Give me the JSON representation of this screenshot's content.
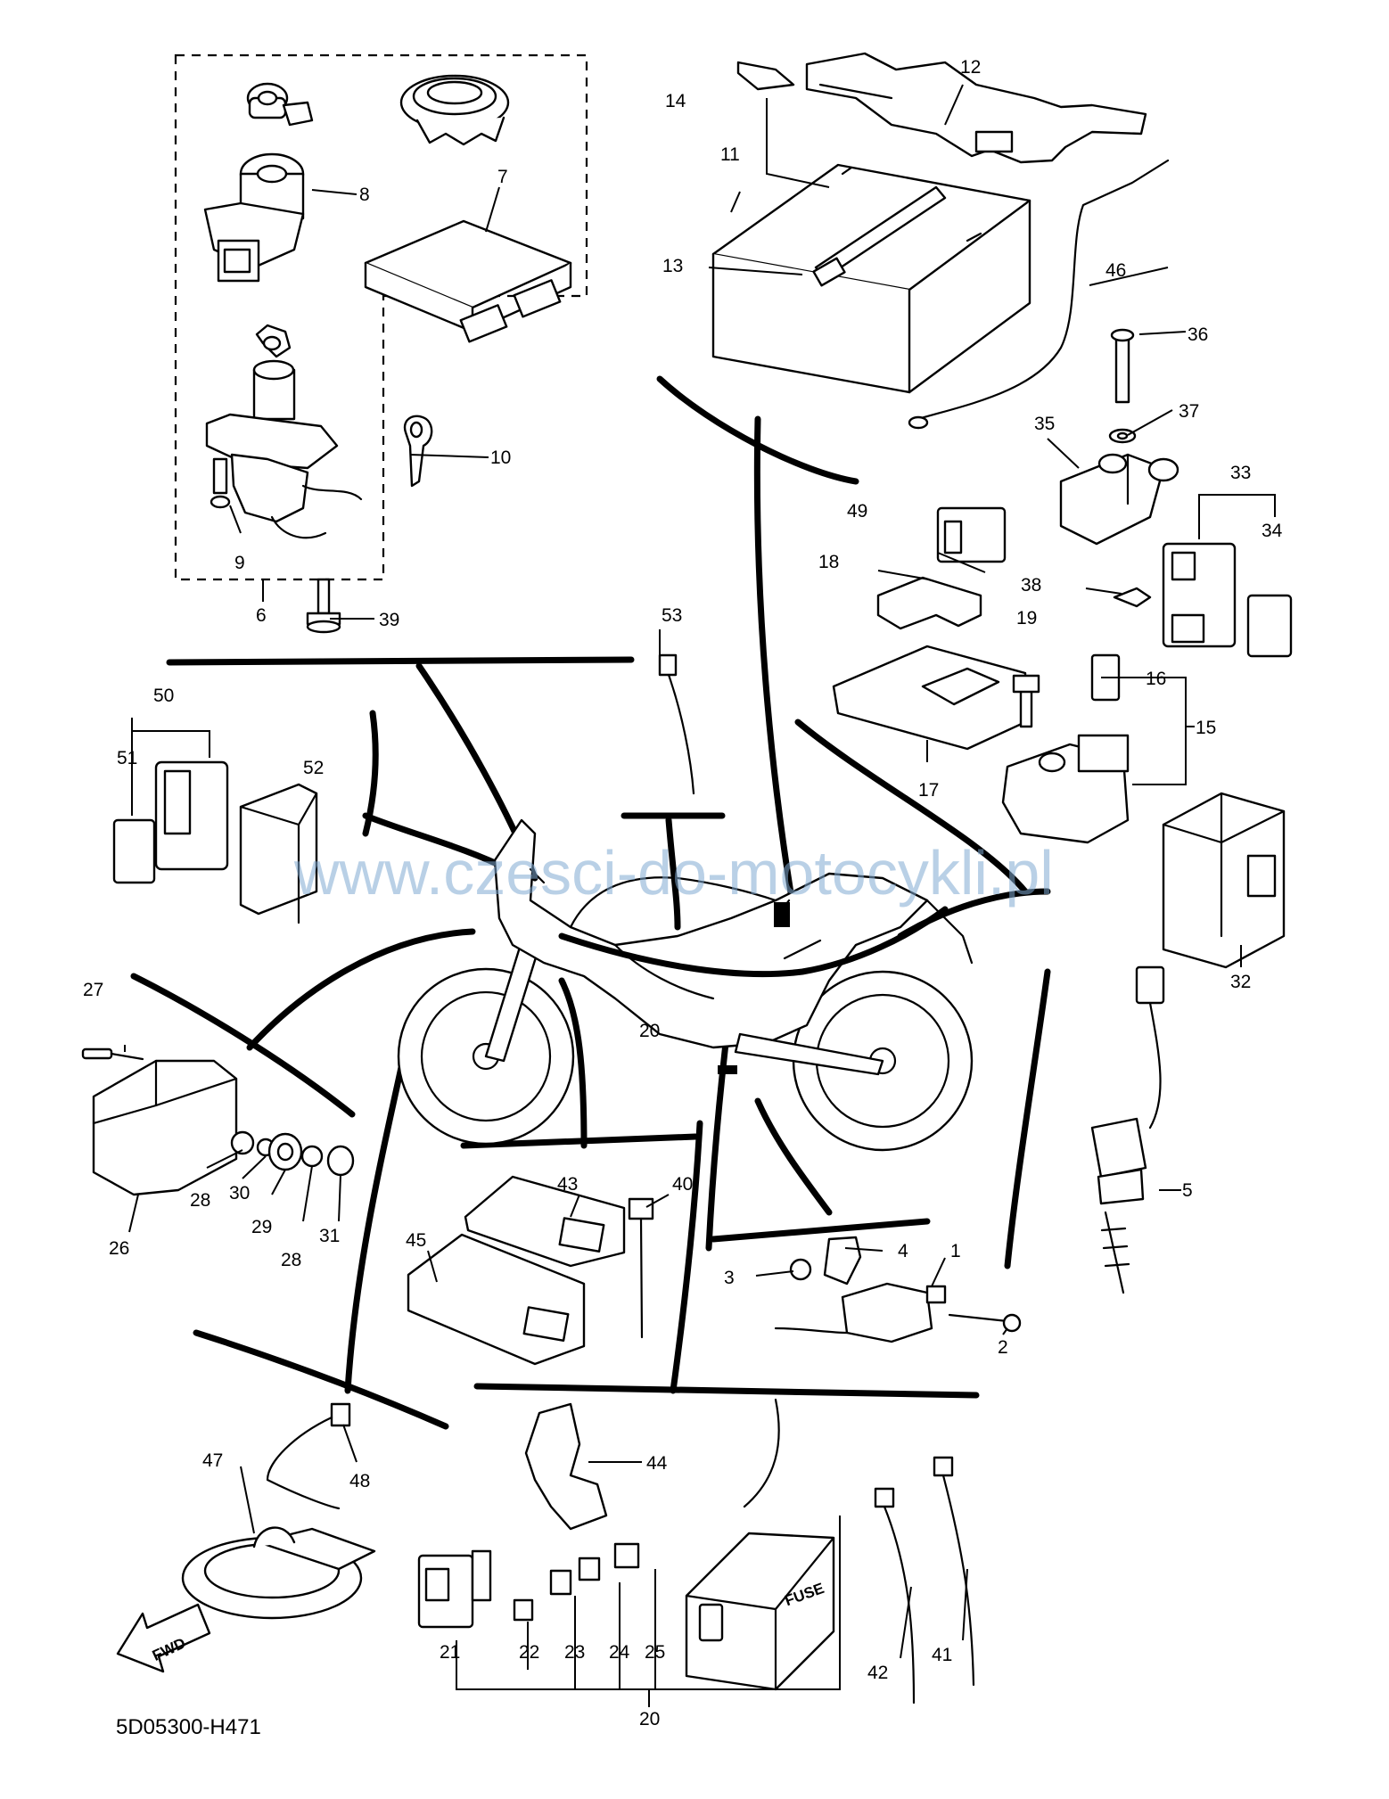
{
  "diagram_code": "5D05300-H471",
  "watermark": "www.czesci-do-motocykli.pl",
  "direction_marker": "FWD",
  "fuse_box_label": "FUSE",
  "callouts": [
    {
      "id": "c1",
      "text": "1"
    },
    {
      "id": "c2",
      "text": "2"
    },
    {
      "id": "c3",
      "text": "3"
    },
    {
      "id": "c4",
      "text": "4"
    },
    {
      "id": "c5",
      "text": "5"
    },
    {
      "id": "c6",
      "text": "6"
    },
    {
      "id": "c7",
      "text": "7"
    },
    {
      "id": "c8",
      "text": "8"
    },
    {
      "id": "c9",
      "text": "9"
    },
    {
      "id": "c10",
      "text": "10"
    },
    {
      "id": "c11",
      "text": "11"
    },
    {
      "id": "c12",
      "text": "12"
    },
    {
      "id": "c13",
      "text": "13"
    },
    {
      "id": "c14",
      "text": "14"
    },
    {
      "id": "c15",
      "text": "15"
    },
    {
      "id": "c16",
      "text": "16"
    },
    {
      "id": "c17",
      "text": "17"
    },
    {
      "id": "c18",
      "text": "18"
    },
    {
      "id": "c19",
      "text": "19"
    },
    {
      "id": "c20a",
      "text": "20"
    },
    {
      "id": "c20b",
      "text": "20"
    },
    {
      "id": "c21",
      "text": "21"
    },
    {
      "id": "c22",
      "text": "22"
    },
    {
      "id": "c23",
      "text": "23"
    },
    {
      "id": "c24",
      "text": "24"
    },
    {
      "id": "c25",
      "text": "25"
    },
    {
      "id": "c26",
      "text": "26"
    },
    {
      "id": "c27",
      "text": "27"
    },
    {
      "id": "c28a",
      "text": "28"
    },
    {
      "id": "c28b",
      "text": "28"
    },
    {
      "id": "c29",
      "text": "29"
    },
    {
      "id": "c30",
      "text": "30"
    },
    {
      "id": "c31",
      "text": "31"
    },
    {
      "id": "c32",
      "text": "32"
    },
    {
      "id": "c33",
      "text": "33"
    },
    {
      "id": "c34",
      "text": "34"
    },
    {
      "id": "c35",
      "text": "35"
    },
    {
      "id": "c36",
      "text": "36"
    },
    {
      "id": "c37",
      "text": "37"
    },
    {
      "id": "c38",
      "text": "38"
    },
    {
      "id": "c39",
      "text": "39"
    },
    {
      "id": "c40",
      "text": "40"
    },
    {
      "id": "c41",
      "text": "41"
    },
    {
      "id": "c42",
      "text": "42"
    },
    {
      "id": "c43",
      "text": "43"
    },
    {
      "id": "c44",
      "text": "44"
    },
    {
      "id": "c45",
      "text": "45"
    },
    {
      "id": "c46",
      "text": "46"
    },
    {
      "id": "c47",
      "text": "47"
    },
    {
      "id": "c48",
      "text": "48"
    },
    {
      "id": "c49",
      "text": "49"
    },
    {
      "id": "c50",
      "text": "50"
    },
    {
      "id": "c51",
      "text": "51"
    },
    {
      "id": "c52",
      "text": "52"
    },
    {
      "id": "c53",
      "text": "53"
    }
  ]
}
